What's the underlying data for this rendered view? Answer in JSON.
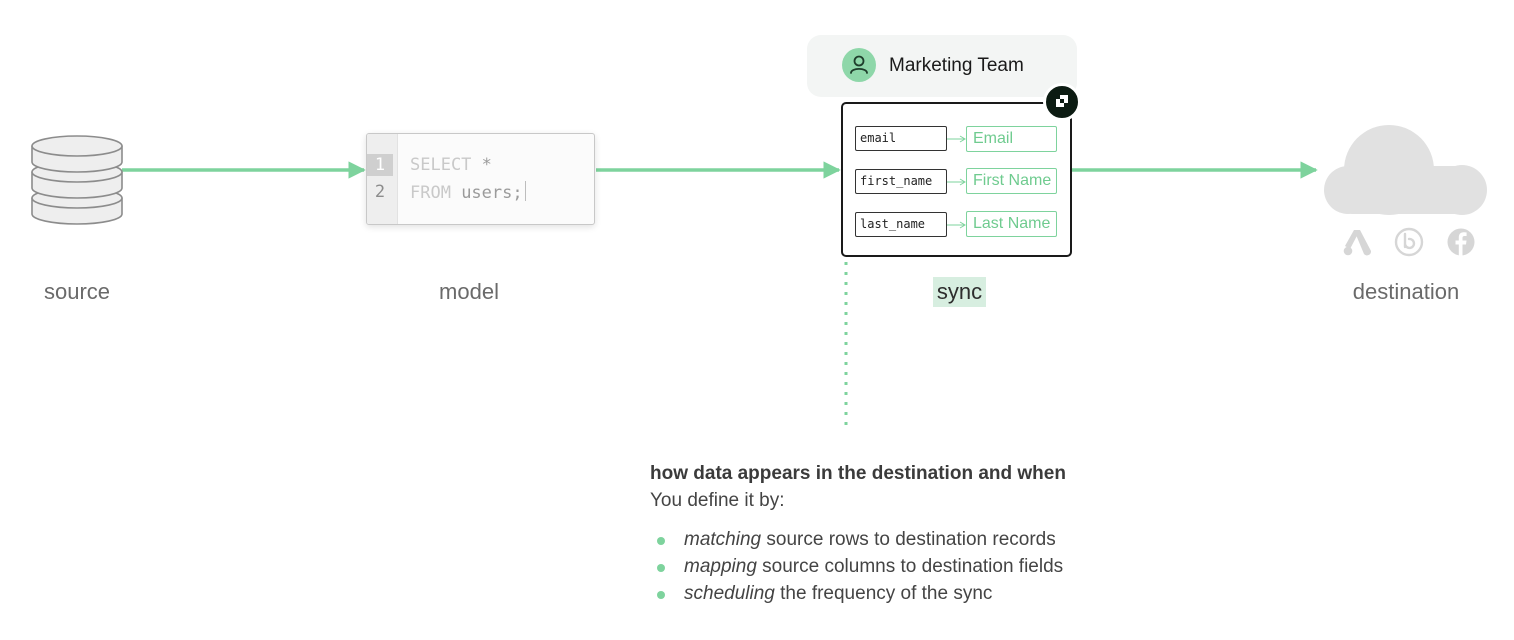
{
  "pipeline": {
    "stages": [
      {
        "id": "source",
        "label": "source"
      },
      {
        "id": "model",
        "label": "model"
      },
      {
        "id": "sync",
        "label": "sync"
      },
      {
        "id": "destination",
        "label": "destination"
      }
    ]
  },
  "model": {
    "line_numbers": [
      "1",
      "2"
    ],
    "code_lines": [
      {
        "keyword": "SELECT",
        "rest": " *"
      },
      {
        "keyword": "FROM",
        "rest": " users;"
      }
    ]
  },
  "sync": {
    "team_name": "Marketing Team",
    "mappings": [
      {
        "source": "email",
        "destination": "Email"
      },
      {
        "source": "first_name",
        "destination": "First Name"
      },
      {
        "source": "last_name",
        "destination": "Last Name"
      }
    ]
  },
  "destination": {
    "icons": [
      "cloud-icon",
      "google-ads-icon",
      "braze-icon",
      "facebook-icon"
    ]
  },
  "description": {
    "title": "how data appears in the destination and when",
    "subtitle": "You define it by:",
    "items": [
      {
        "emphasis": "matching",
        "rest": " source rows to destination records"
      },
      {
        "emphasis": "mapping",
        "rest": " source columns to destination fields"
      },
      {
        "emphasis": "scheduling",
        "rest": " the frequency of the sync"
      }
    ]
  },
  "colors": {
    "accent": "#7ed39d",
    "sync_highlight": "#d7eee0",
    "muted_gray": "#d0d0d0",
    "badge_dark": "#0c1b12"
  }
}
